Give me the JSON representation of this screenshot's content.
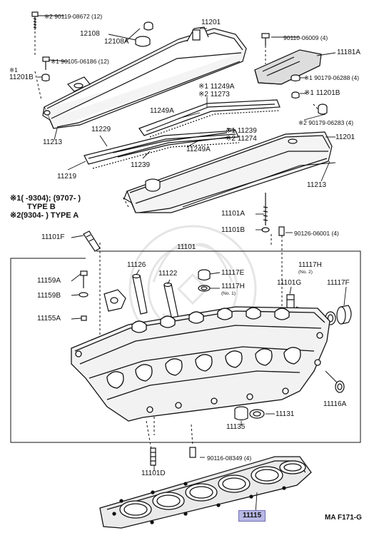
{
  "labels": {
    "p11201_top": "11201",
    "p90119_08672": "※2 90119-08672 (12)",
    "p12108": "12108",
    "p12108A": "12108A",
    "p90110_06009": "90110-06009 (4)",
    "p11181A": "11181A",
    "p90105_06186": "※1 90105-06186 (12)",
    "star1_a": "※1",
    "p11201B_left": "11201B",
    "p90179_06288": "※1 90179-06288 (4)",
    "p11249A_top": "※1 11249A",
    "p11273": "※2 11273",
    "p11201B_right": "※1 11201B",
    "p11249A_mid": "11249A",
    "p90179_06283": "※2 90179-06283 (4)",
    "p11213_left": "11213",
    "p11229": "11229",
    "p11239_right": "※1 11239",
    "p11274": "※2 11274",
    "p11201_right": "11201",
    "p11249A_low": "11249A",
    "p11239_low": "11239",
    "p11219": "11219",
    "p11213_right": "11213",
    "note1": "※1(      -9304); (9707-          )",
    "note1b": "TYPE B",
    "note2": "※2(9304-         ) TYPE A",
    "p11101A": "11101A",
    "p11101F": "11101F",
    "p11101B": "11101B",
    "p90126_06001": "90126-06001 (4)",
    "p11101": "11101",
    "p11126": "11126",
    "p11122": "11122",
    "p11117E": "11117E",
    "p11117H_no1": "11117H",
    "no1": "(No. 1)",
    "p11117H_no2": "11117H",
    "no2": "(No. 2)",
    "p11159A": "11159A",
    "p11159B": "11159B",
    "p11155A": "11155A",
    "p11101G": "11101G",
    "p11117F": "11117F",
    "p11116A": "11116A",
    "p11135": "11135",
    "p11131": "11131",
    "p90116_08349": "90116-08349 (4)",
    "p11101D": "11101D",
    "p11115": "11115",
    "figure_code": "MA F171-G"
  }
}
